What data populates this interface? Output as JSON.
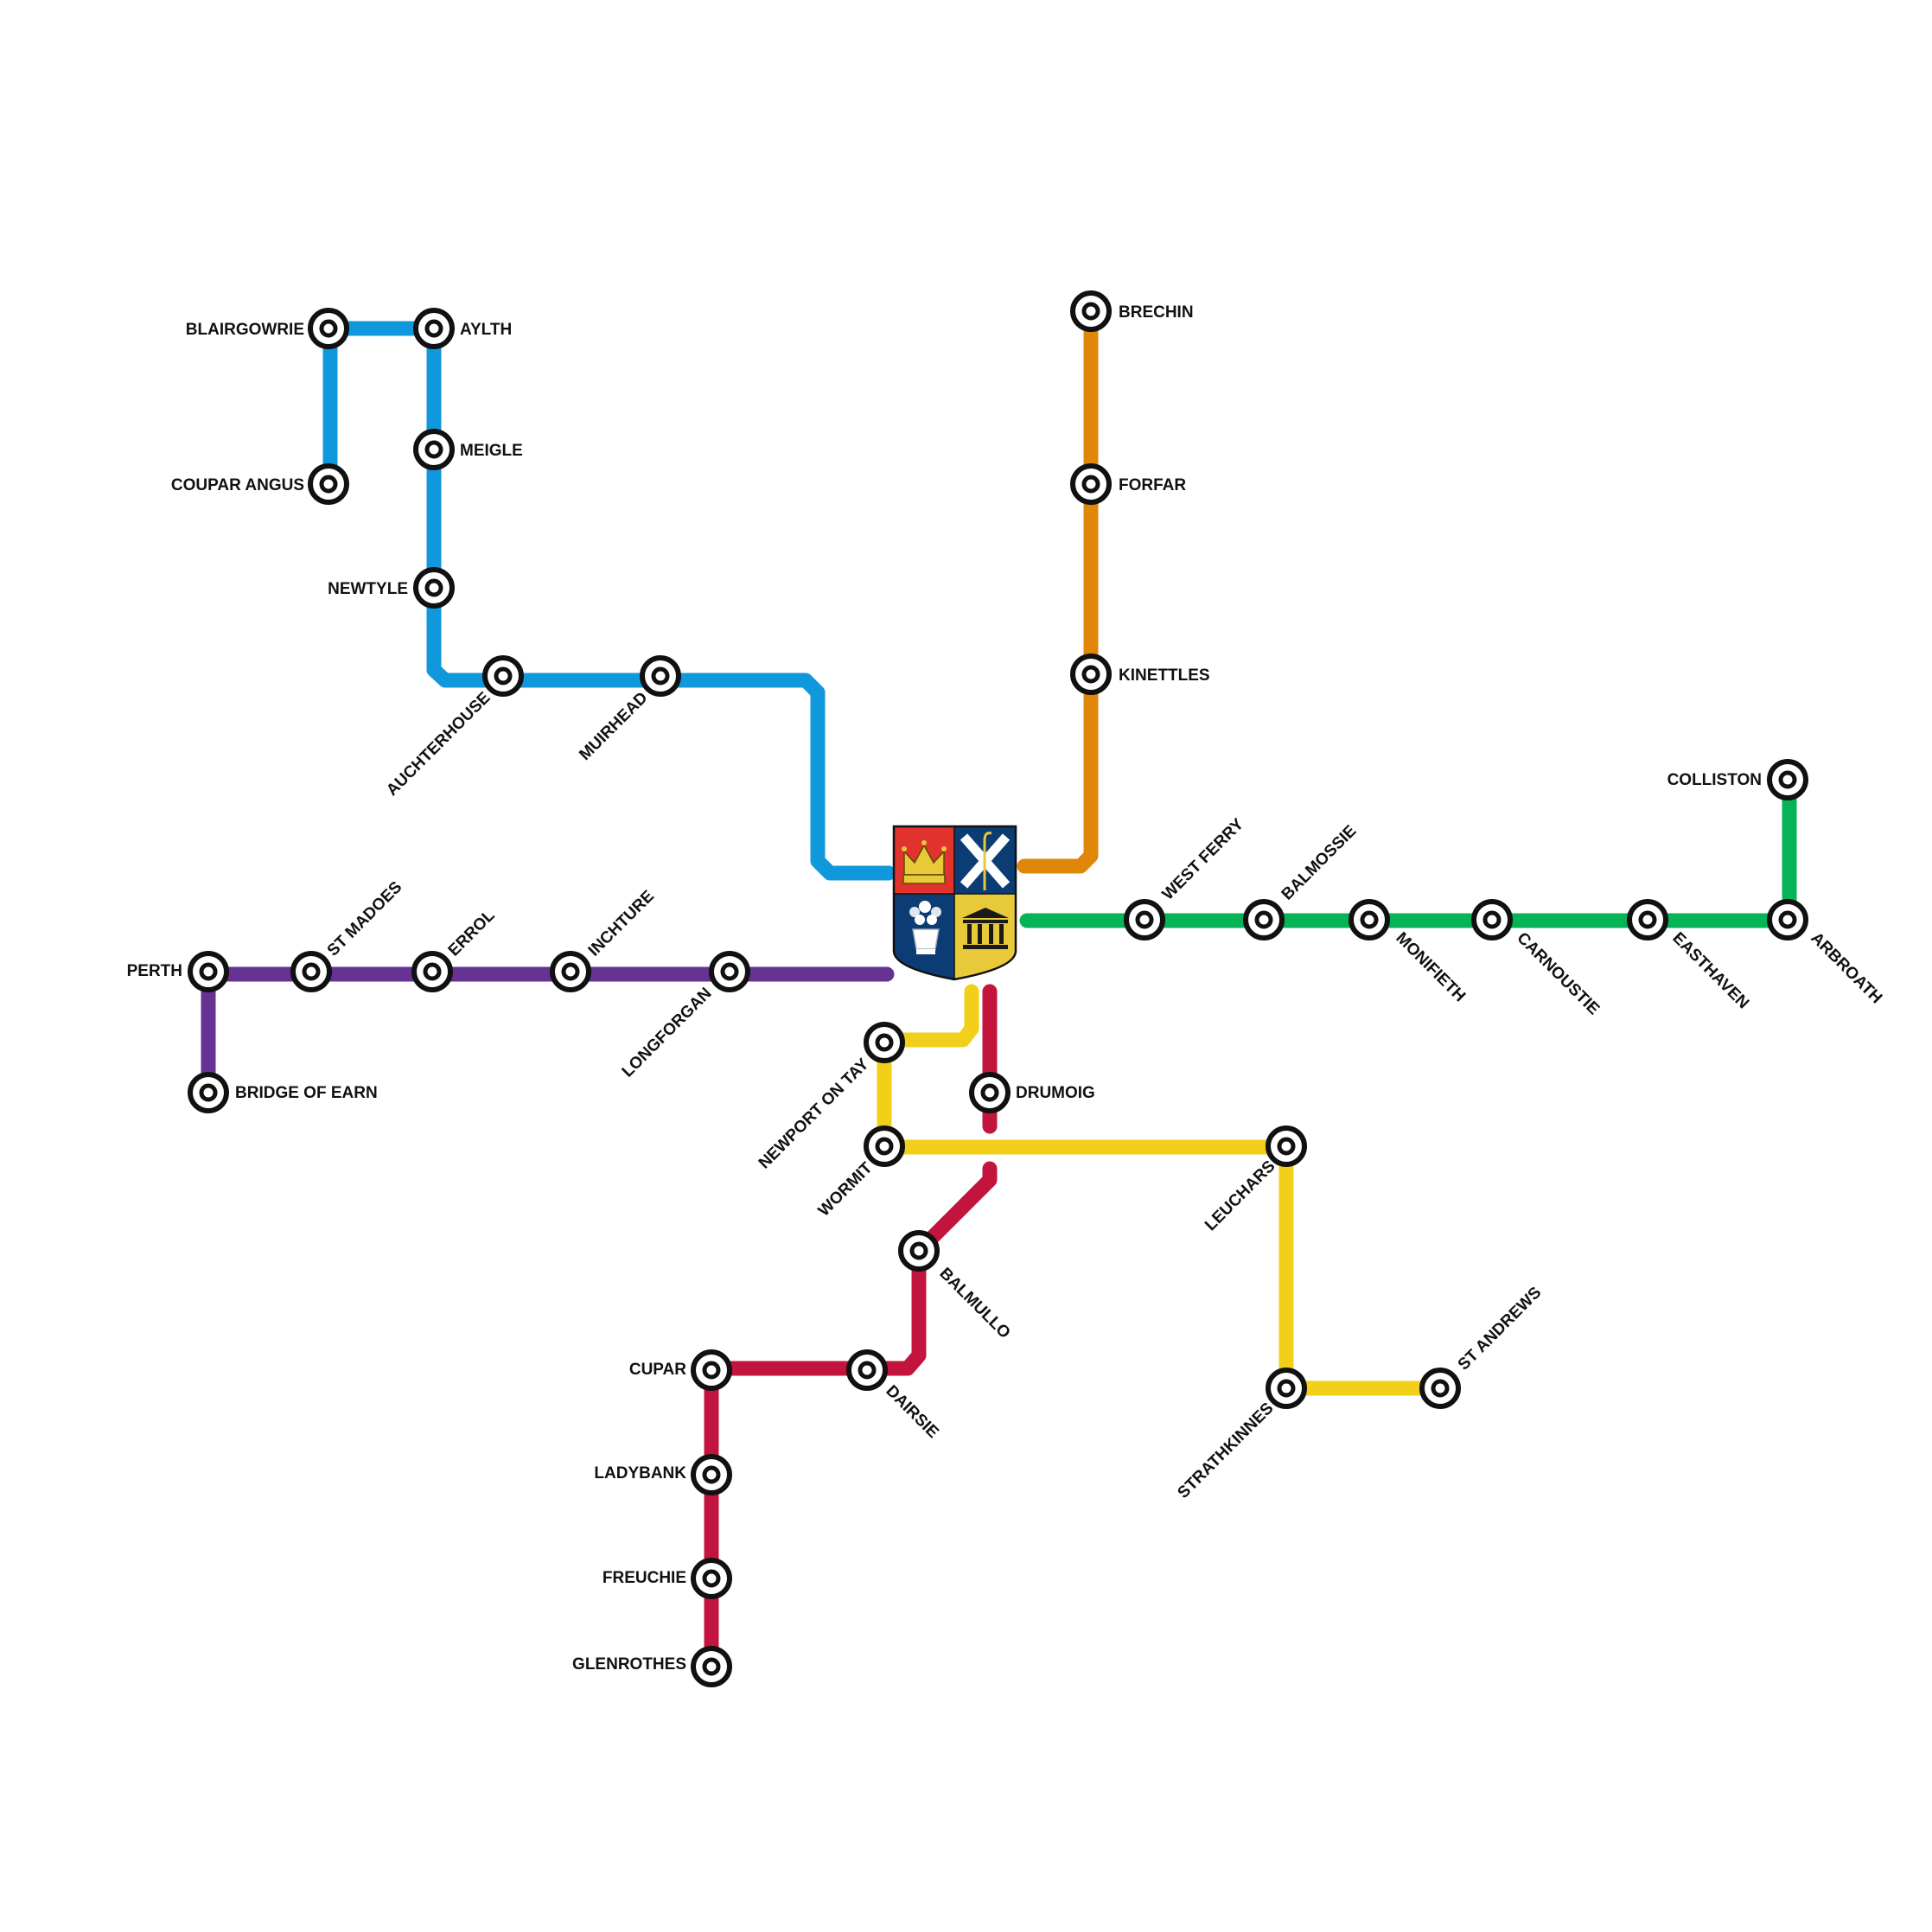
{
  "colors": {
    "blue": "#1098DC",
    "orange": "#E0870A",
    "green": "#06B356",
    "purple": "#663293",
    "yellow": "#F2D01A",
    "red": "#C2143C",
    "station_ring": "#111111",
    "station_fill": "#ffffff",
    "crest_red": "#E1322E",
    "crest_navy": "#0B3C73",
    "crest_gold": "#E8C93A"
  },
  "crest": {
    "name": "city-coat-of-arms"
  },
  "lines": {
    "blue": {
      "stations": {
        "blairgowrie": "BLAIRGOWRIE",
        "aylth": "AYLTH",
        "coupar_angus": "COUPAR ANGUS",
        "meigle": "MEIGLE",
        "newtyle": "NEWTYLE",
        "auchterhouse": "AUCHTERHOUSE",
        "muirhead": "MUIRHEAD"
      }
    },
    "orange": {
      "stations": {
        "brechin": "BRECHIN",
        "forfar": "FORFAR",
        "kinettles": "KINETTLES"
      }
    },
    "green": {
      "stations": {
        "west_ferry": "WEST FERRY",
        "balmossie": "BALMOSSIE",
        "monifieth": "MONIFIETH",
        "carnoustie": "CARNOUSTIE",
        "easthaven": "EASTHAVEN",
        "arbroath": "ARBROATH",
        "colliston": "COLLISTON"
      }
    },
    "purple": {
      "stations": {
        "perth": "PERTH",
        "st_madoes": "ST MADOES",
        "errol": "ERROL",
        "inchture": "INCHTURE",
        "longforgan": "LONGFORGAN",
        "bridge_of_earn": "BRIDGE OF EARN"
      }
    },
    "yellow": {
      "stations": {
        "newport_on_tay": "NEWPORT ON TAY",
        "wormit": "WORMIT",
        "leuchars": "LEUCHARS",
        "strathkinnes": "STRATHKINNES",
        "st_andrews": "ST ANDREWS"
      }
    },
    "red": {
      "stations": {
        "drumoig": "DRUMOIG",
        "balmullo": "BALMULLO",
        "dairsie": "DAIRSIE",
        "cupar": "CUPAR",
        "ladybank": "LADYBANK",
        "freuchie": "FREUCHIE",
        "glenrothes": "GLENROTHES"
      }
    }
  }
}
